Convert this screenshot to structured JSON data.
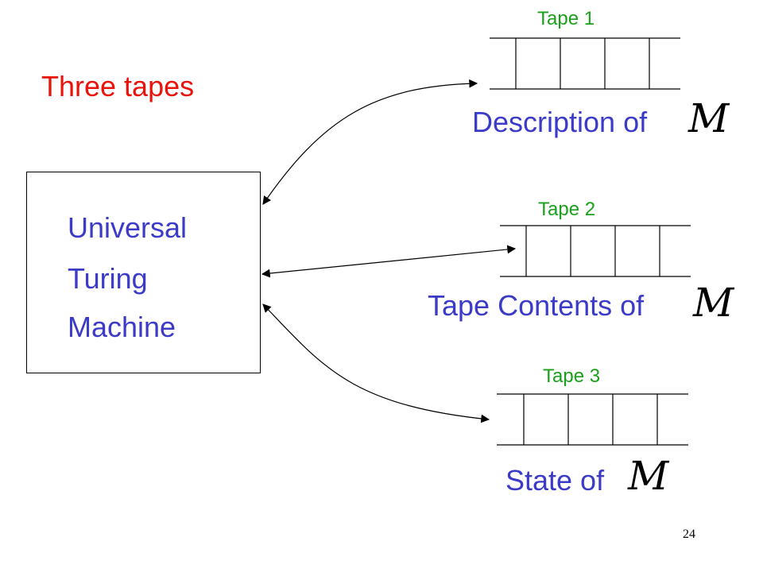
{
  "slide": {
    "title": "Three tapes",
    "machine": {
      "line1": "Universal",
      "line2": "Turing",
      "line3": "Machine"
    },
    "tapes": [
      {
        "name": "Tape 1",
        "description": "Description of",
        "symbol": "M"
      },
      {
        "name": "Tape 2",
        "description": "Tape Contents of",
        "symbol": "M"
      },
      {
        "name": "Tape 3",
        "description": "State of",
        "symbol": "M"
      }
    ],
    "page_number": "24"
  },
  "colors": {
    "title": "#e8140c",
    "machine_text": "#3b3bc8",
    "tape_label": "#1aa01a",
    "lines": "#000000"
  }
}
